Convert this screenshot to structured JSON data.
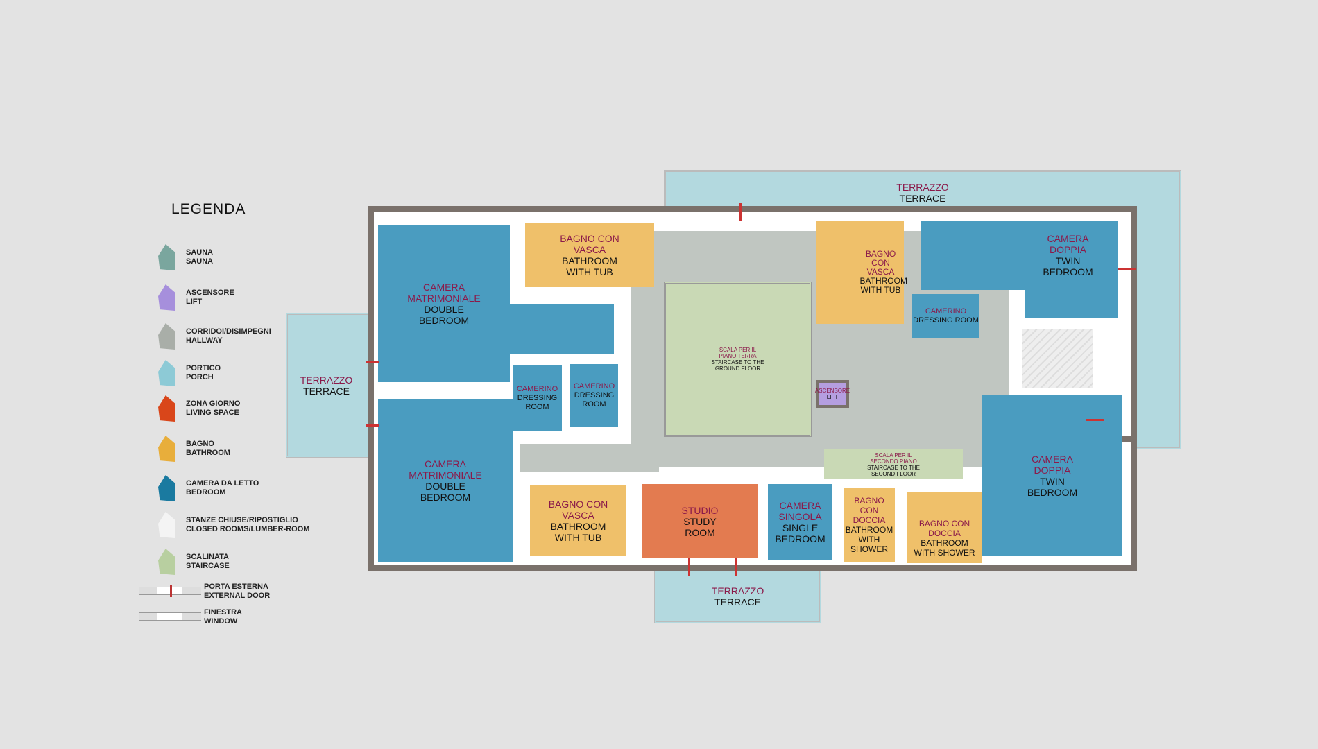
{
  "legend": {
    "title": "LEGENDA",
    "items": [
      {
        "it": "SAUNA",
        "en": "SAUNA",
        "color": "#7aa69e"
      },
      {
        "it": "ASCENSORE",
        "en": "LIFT",
        "color": "#a68fdc"
      },
      {
        "it": "CORRIDOI/DISIMPEGNI",
        "en": "HALLWAY",
        "color": "#a9aea8"
      },
      {
        "it": "PORTICO",
        "en": "PORCH",
        "color": "#8dcad6"
      },
      {
        "it": "ZONA GIORNO",
        "en": "LIVING SPACE",
        "color": "#d9461a"
      },
      {
        "it": "BAGNO",
        "en": "BATHROOM",
        "color": "#e8ae3b"
      },
      {
        "it": "CAMERA DA LETTO",
        "en": "BEDROOM",
        "color": "#1a7aa0"
      },
      {
        "it": "STANZE CHIUSE/RIPOSTIGLIO",
        "en": "CLOSED ROOMS/LUMBER-ROOM",
        "color": "#f4f4f4"
      },
      {
        "it": "SCALINATA",
        "en": "STAIRCASE",
        "color": "#b8cfa0"
      },
      {
        "it": "PORTA ESTERNA",
        "en": "EXTERNAL DOOR"
      },
      {
        "it": "FINESTRA",
        "en": "WINDOW"
      }
    ]
  },
  "rooms": {
    "terr_top": {
      "it": "TERRAZZO",
      "en": "TERRACE"
    },
    "terr_left": {
      "it": "TERRAZZO",
      "en": "TERRACE"
    },
    "terr_bottom": {
      "it": "TERRAZZO",
      "en": "TERRACE"
    },
    "master1": {
      "it": "CAMERA MATRIMONIALE",
      "en": "DOUBLE BEDROOM"
    },
    "bath1": {
      "it": "BAGNO CON VASCA",
      "en": "BATHROOM WITH TUB"
    },
    "dress1": {
      "it": "CAMERINO",
      "en": "DRESSING ROOM"
    },
    "dress2": {
      "it": "CAMERINO",
      "en": "DRESSING ROOM"
    },
    "master2": {
      "it": "CAMERA MATRIMONIALE",
      "en": "DOUBLE BEDROOM"
    },
    "bath2": {
      "it": "BAGNO CON VASCA",
      "en": "BATHROOM WITH TUB"
    },
    "study": {
      "it": "STUDIO",
      "en": "STUDY ROOM"
    },
    "single": {
      "it": "CAMERA SINGOLA",
      "en": "SINGLE BEDROOM"
    },
    "shower1": {
      "it": "BAGNO CON DOCCIA",
      "en": "BATHROOM WITH SHOWER"
    },
    "shower2": {
      "it": "BAGNO CON DOCCIA",
      "en": "BATHROOM WITH SHOWER"
    },
    "twin2": {
      "it": "CAMERA DOPPIA",
      "en": "TWIN BEDROOM"
    },
    "twin1": {
      "it": "CAMERA DOPPIA",
      "en": "TWIN BEDROOM"
    },
    "dress3": {
      "it": "CAMERINO",
      "en": "DRESSING ROOM"
    },
    "bath3": {
      "it": "BAGNO CON VASCA",
      "en": "BATHROOM WITH TUB"
    },
    "stair_ground": {
      "it": "SCALA PER IL PIANO TERRA",
      "en": "STAIRCASE TO THE GROUND FLOOR"
    },
    "lift": {
      "it": "ASCENSORE",
      "en": "LIFT"
    },
    "stair_second": {
      "it": "SCALA PER IL SECONDO PIANO",
      "en": "STAIRCASE TO THE SECOND FLOOR"
    }
  }
}
